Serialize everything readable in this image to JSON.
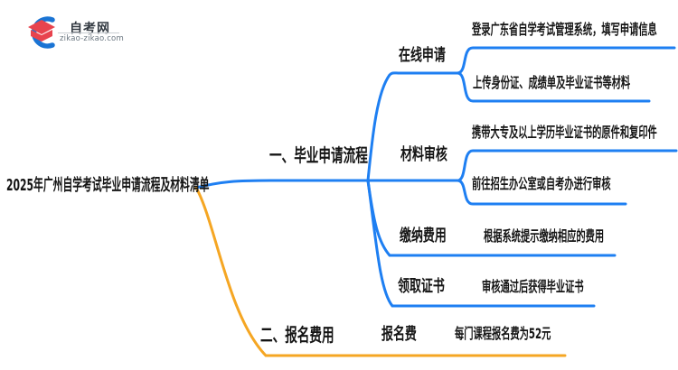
{
  "logo": {
    "title": "自考网",
    "domain": "zikao-zikao.com"
  },
  "colors": {
    "process_branch": "#1e7ff2",
    "fees_branch": "#f5a623",
    "text": "#141414",
    "logo_red": "#e8434e",
    "logo_blue": "#1a74d4"
  },
  "mindmap": {
    "root": "2025年广州自学考试毕业申请流程及材料清单",
    "branches": [
      {
        "label": "一、毕业申请流程",
        "children": [
          {
            "label": "在线申请",
            "leaves": [
              "登录广东省自学考试管理系统，填写申请信息",
              "上传身份证、成绩单及毕业证书等材料"
            ]
          },
          {
            "label": "材料审核",
            "leaves": [
              "携带大专及以上学历毕业证书的原件和复印件",
              "前往招生办公室或自考办进行审核"
            ]
          },
          {
            "label": "缴纳费用",
            "leaves": [
              "根据系统提示缴纳相应的费用"
            ]
          },
          {
            "label": "领取证书",
            "leaves": [
              "审核通过后获得毕业证书"
            ]
          }
        ]
      },
      {
        "label": "二、报名费用",
        "children": [
          {
            "label": "报名费",
            "leaves": [
              "每门课程报名费为52元"
            ]
          }
        ]
      }
    ]
  }
}
